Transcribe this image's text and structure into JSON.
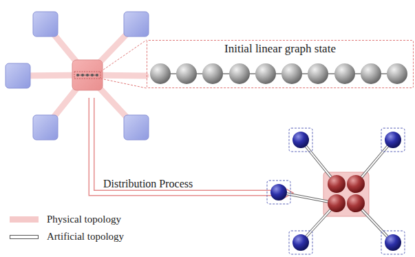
{
  "diagram": {
    "nodes": [
      {
        "text": [
          "Initial linear graph state"
        ]
      }
    ],
    "labels": [
      "Distribution Process"
    ],
    "legend": [
      {
        "text": "Physical topology",
        "color": "#f5c9c9"
      },
      {
        "text": "Artificial topology"
      }
    ]
  }
}
